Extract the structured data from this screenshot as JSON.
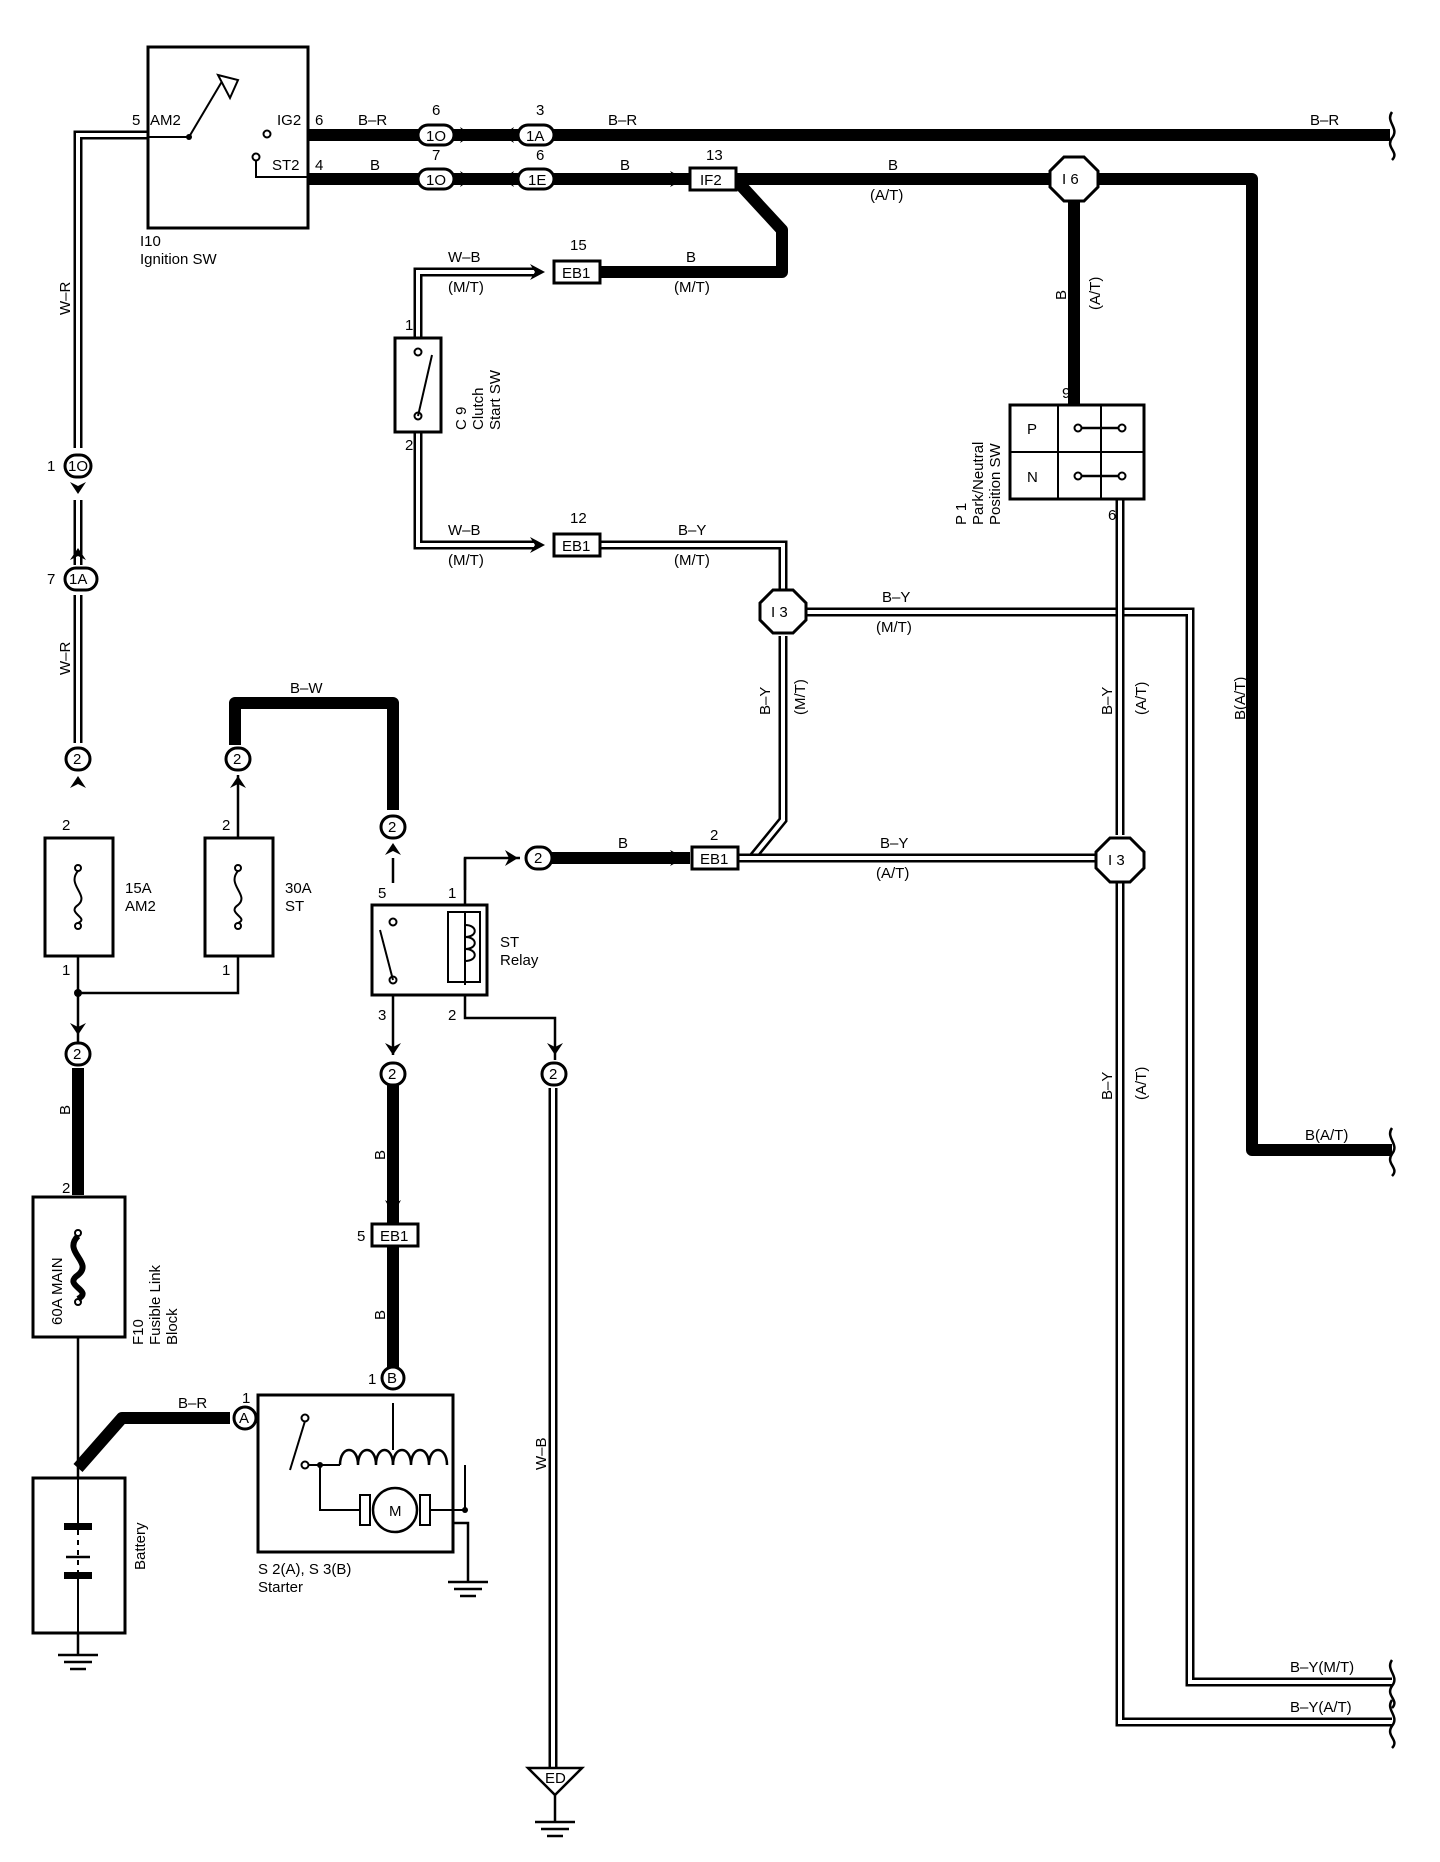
{
  "components": {
    "ignition_sw": {
      "id": "I10",
      "name": "Ignition SW",
      "pins": {
        "am2": "AM2",
        "ig2": "IG2",
        "st2": "ST2"
      }
    },
    "clutch_start_sw": {
      "id": "C 9",
      "name_line1": "Clutch",
      "name_line2": "Start SW"
    },
    "park_neutral_sw": {
      "id": "P 1",
      "name_line1": "Park/Neutral",
      "name_line2": "Position SW",
      "pos_p": "P",
      "pos_n": "N"
    },
    "fuse_am2": {
      "rating": "15A",
      "name": "AM2"
    },
    "fuse_st": {
      "rating": "30A",
      "name": "ST"
    },
    "st_relay": {
      "name_line1": "ST",
      "name_line2": "Relay"
    },
    "fusible_link": {
      "id": "F10",
      "name_line1": "Fusible Link",
      "name_line2": "Block",
      "rating": "60A MAIN"
    },
    "battery": {
      "name": "Battery"
    },
    "starter": {
      "id": "S 2(A), S 3(B)",
      "name": "Starter",
      "motor": "M"
    },
    "ground_ed": {
      "name": "ED"
    }
  },
  "connectors": {
    "c_1o_a": "1O",
    "c_1o_b": "1O",
    "c_1o_c": "1O",
    "c_1a_a": "1A",
    "c_1a_b": "1A",
    "c_1e": "1E",
    "c_if2": "IF2",
    "c_eb1_a": "EB1",
    "c_eb1_b": "EB1",
    "c_eb1_c": "EB1",
    "c_eb1_d": "EB1",
    "c_i6": "I 6",
    "c_i3_a": "I 3",
    "c_i3_b": "I 3",
    "c_2_a": "2",
    "c_2_b": "2",
    "c_2_c": "2",
    "c_2_d": "2",
    "c_2_e": "2",
    "c_2_f": "2",
    "c_2_g": "2",
    "c_a": "A",
    "c_b": "B"
  },
  "pins": {
    "p5": "5",
    "p6": "6",
    "p4": "4",
    "p6b": "6",
    "p7": "7",
    "p3": "3",
    "p6c": "6",
    "p13": "13",
    "p15": "15",
    "p1c": "1",
    "p2c": "2",
    "p12": "12",
    "p9": "9",
    "p6p": "6",
    "p1o": "1",
    "p7a": "7",
    "p2fa": "2",
    "p1fa": "1",
    "p2fs": "2",
    "p1fs": "1",
    "p5r": "5",
    "p1r": "1",
    "p3r": "3",
    "p2r": "2",
    "p2eb": "2",
    "p2fl": "2",
    "p5eb": "5",
    "p1b": "1",
    "p1a": "1"
  },
  "wires": {
    "wr1": "W–R",
    "wr2": "W–R",
    "br1": "B–R",
    "br2": "B–R",
    "br3": "B–R",
    "br_bat": "B–R",
    "b1": "B",
    "b2": "B",
    "b3": "B",
    "at1": "(A/T)",
    "b4": "B",
    "mt1": "(M/T)",
    "wb1": "W–B",
    "mt2": "(M/T)",
    "wb2": "W–B",
    "mt3": "(M/T)",
    "by1": "B–Y",
    "mt4": "(M/T)",
    "by2": "B–Y",
    "mt5": "(M/T)",
    "by3": "B–Y",
    "mt6": "(M/T)",
    "b_i6": "B",
    "at_i6": "(A/T)",
    "by_pn": "B–Y",
    "at_pn": "(A/T)",
    "bat_v": "B(A/T)",
    "bw": "B–W",
    "b_relay": "B",
    "by_relay": "B–Y",
    "at_relay": "(A/T)",
    "by_low": "B–Y",
    "at_low": "(A/T)",
    "b_main": "B",
    "b_st1": "B",
    "b_st2": "B",
    "wb_ed": "W–B",
    "out_br": "B–R",
    "out_bat": "B(A/T)",
    "out_bymt": "B–Y(M/T)",
    "out_byat": "B–Y(A/T)"
  }
}
